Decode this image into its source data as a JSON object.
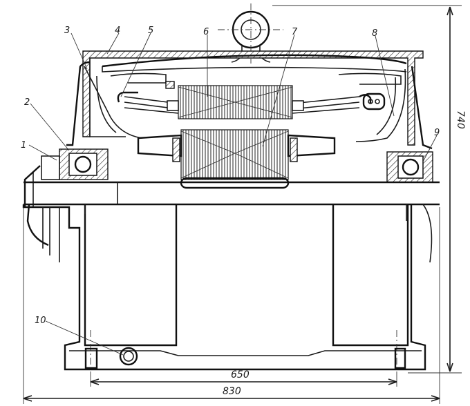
{
  "callouts": [
    "1",
    "2",
    "3",
    "4",
    "5",
    "6",
    "7",
    "8",
    "9",
    "10"
  ],
  "dimensions": {
    "center_distance": "650",
    "overall_width": "830",
    "height": "740"
  }
}
